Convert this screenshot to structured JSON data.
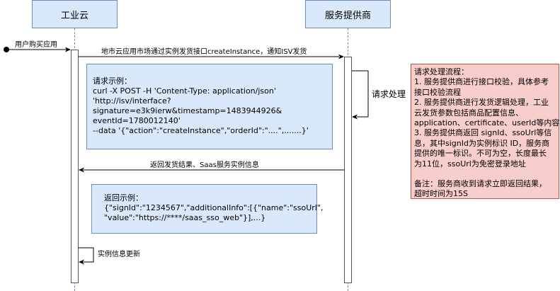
{
  "participants": {
    "left": "工业云",
    "right": "服务提供商"
  },
  "messages": {
    "user_purchase": "用户购买应用",
    "create_instance": "地市云应用市场通过实例发货接口createInstance，通知ISV发货",
    "request_process": "请求处理",
    "return_result": "返回发货结果、Saas服务实例信息",
    "instance_update": "实例信息更新"
  },
  "request_example": {
    "lines": [
      "请求示例：",
      "curl -X POST -H 'Content-Type: application/json'",
      "'http://isv/interface?",
      "signature=e3k9ierw&timestamp=1483944926&",
      "eventId=1780012140'",
      "--data '{\"action\":\"createInstance\",\"orderId\":\"....\",.......}'"
    ]
  },
  "response_example": {
    "lines": [
      "返回示例：",
      "{\"signId\":\"1234567\",\"additionalInfo\":[{\"name\":\"ssoUrl\",",
      "\"value\":\"https://****/saas_sso_web\"}],...}"
    ]
  },
  "process_note": {
    "lines": [
      "请求处理流程：",
      "1. 服务提供商进行接口校验，具体参考",
      "接口校验流程",
      "2. 服务提供商进行发货逻辑处理，工业",
      "云发货参数包括商品配置信息、",
      "application、certificate、userId等内容",
      "3. 服务提供商返回 signId、ssoUrl等信",
      "息，其中signId为实例标识 ID，服务商",
      "提供的唯一标识。不可为空，长度最长",
      "为11位，ssoUrl为免密登录地址",
      "",
      "备注：服务商收到请求立即返回结果，",
      "超时时间为15S"
    ]
  }
}
